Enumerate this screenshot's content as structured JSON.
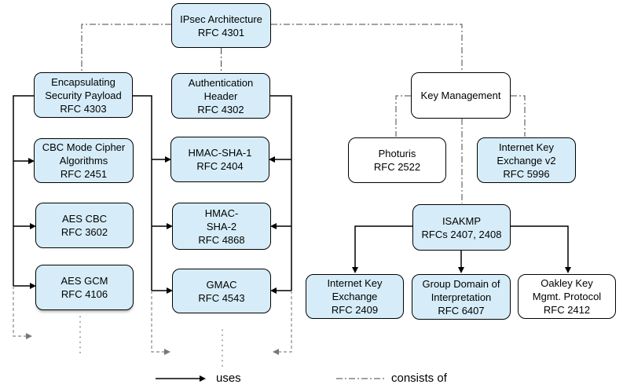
{
  "diagram": {
    "title": "IPsec Architecture RFC diagram",
    "nodes": {
      "ipsec": {
        "label": "IPsec Architecture\nRFC 4301"
      },
      "esp": {
        "label": "Encapsulating\nSecurity Payload\nRFC 4303"
      },
      "ah": {
        "label": "Authentication\nHeader\nRFC 4302"
      },
      "key_management": {
        "label": "Key Management"
      },
      "cbc_mode": {
        "label": "CBC Mode Cipher\nAlgorithms\nRFC 2451"
      },
      "hmac_sha1": {
        "label": "HMAC-SHA-1\nRFC 2404"
      },
      "photuris": {
        "label": "Photuris\nRFC 2522"
      },
      "ikev2": {
        "label": "Internet Key\nExchange v2\nRFC 5996"
      },
      "aes_cbc": {
        "label": "AES CBC\nRFC 3602"
      },
      "hmac_sha2": {
        "label": "HMAC-\nSHA-2\nRFC 4868"
      },
      "isakmp": {
        "label": "ISAKMP\nRFCs 2407, 2408"
      },
      "aes_gcm": {
        "label": "AES GCM\nRFC 4106"
      },
      "gmac": {
        "label": "GMAC\nRFC 4543"
      },
      "ike": {
        "label": "Internet Key\nExchange\nRFC 2409"
      },
      "gdoi": {
        "label": "Group Domain of\nInterpretation\nRFC 6407"
      },
      "oakley": {
        "label": "Oakley Key\nMgmt. Protocol\nRFC 2412"
      }
    },
    "legend": {
      "uses": "uses",
      "consists_of": "consists of"
    },
    "colors": {
      "node_fill_blue": "#d6edf9",
      "node_fill_white": "#ffffff",
      "node_border": "#000000",
      "uses_line": "#000000",
      "consists_of_line": "#444444",
      "continuation_line": "#888888"
    }
  }
}
